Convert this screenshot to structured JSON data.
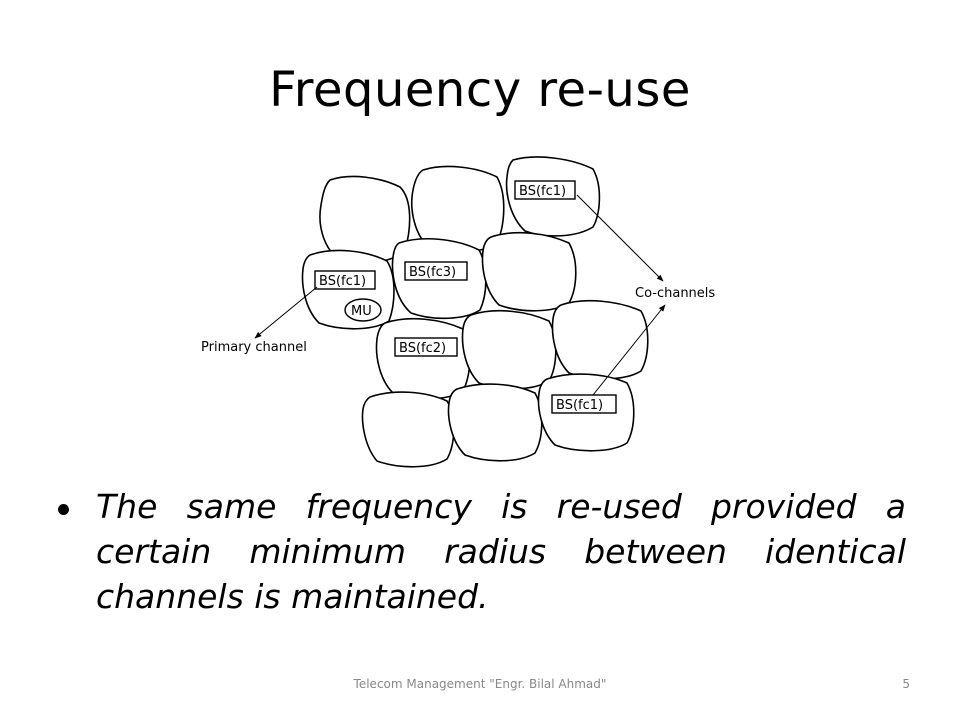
{
  "slide": {
    "title": "Frequency re-use",
    "bullet": "The same frequency is re-used provided a certain minimum radius between identical channels is maintained.",
    "footer": "Telecom Management \"Engr. Bilal Ahmad\"",
    "page_number": "5"
  },
  "diagram": {
    "labels": {
      "bs_fc1_top": "BS(fc1)",
      "bs_fc3": "BS(fc3)",
      "bs_fc1_left": "BS(fc1)",
      "mu": "MU",
      "bs_fc2": "BS(fc2)",
      "bs_fc1_bottom": "BS(fc1)",
      "co_channels": "Co-channels",
      "primary_channel": "Primary channel"
    }
  }
}
